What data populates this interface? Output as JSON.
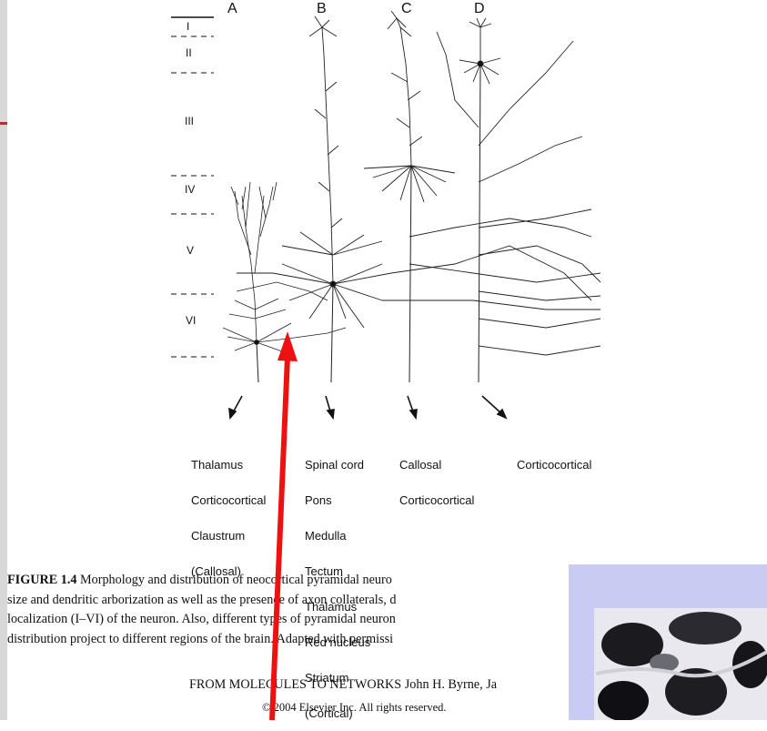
{
  "figure": {
    "columns": [
      "A",
      "B",
      "C",
      "D"
    ],
    "layers": [
      "I",
      "II",
      "III",
      "IV",
      "V",
      "VI"
    ],
    "targets": {
      "a": [
        "Thalamus",
        "Corticocortical",
        "Claustrum",
        "(Callosal)"
      ],
      "b": [
        "Spinal cord",
        "Pons",
        "Medulla",
        "Tectum",
        "Thalamus",
        "Red nucleus",
        "Striatum",
        "(Cortical)"
      ],
      "c": [
        "Callosal",
        "Corticocortical"
      ],
      "d": [
        "Corticocortical"
      ]
    }
  },
  "caption": {
    "label": "FIGURE 1.4",
    "line1": " Morphology and distribution of neocortical pyramidal neuro",
    "line2": "size and dendritic arborization as well as the presence of axon collaterals, d",
    "line3": "localization (I–VI) of the neuron. Also, different types of pyramidal neuron",
    "line4": "distribution project to different regions of the brain. Adapted with permissi"
  },
  "book_line": "FROM MOLECULES TO NETWORKS  John H. Byrne, Ja",
  "copyright": "© 2004 Elsevier Inc. All rights reserved.",
  "colors": {
    "accent": "#b0322e",
    "arrow": "#ee1111",
    "micrograph_bg": "#c9cbf2"
  }
}
